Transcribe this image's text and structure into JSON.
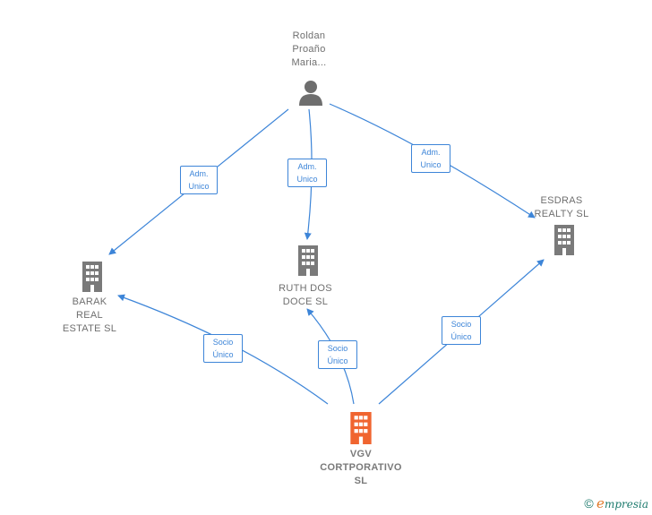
{
  "person": {
    "name": "Roldan\nProaño\nMaria..."
  },
  "companies": {
    "barak": "BARAK\nREAL\nESTATE  SL",
    "ruth": "RUTH DOS\nDOCE  SL",
    "esdras": "ESDRAS\nREALTY  SL",
    "vgv": "VGV\nCORTPORATIVO\nSL"
  },
  "edge_labels": {
    "adm_barak": "Adm.\nUnico",
    "adm_ruth": "Adm.\nUnico",
    "adm_esdras": "Adm.\nUnico",
    "socio_barak": "Socio\nÚnico",
    "socio_ruth": "Socio\nÚnico",
    "socio_esdras": "Socio\nÚnico"
  },
  "footer": {
    "copyright": "©",
    "brand_initial": "e",
    "brand_rest": "mpresia"
  },
  "colors": {
    "edge": "#3d85d8",
    "building": "#7a7a7a",
    "main_building": "#f06530",
    "person": "#6e6e6e"
  }
}
